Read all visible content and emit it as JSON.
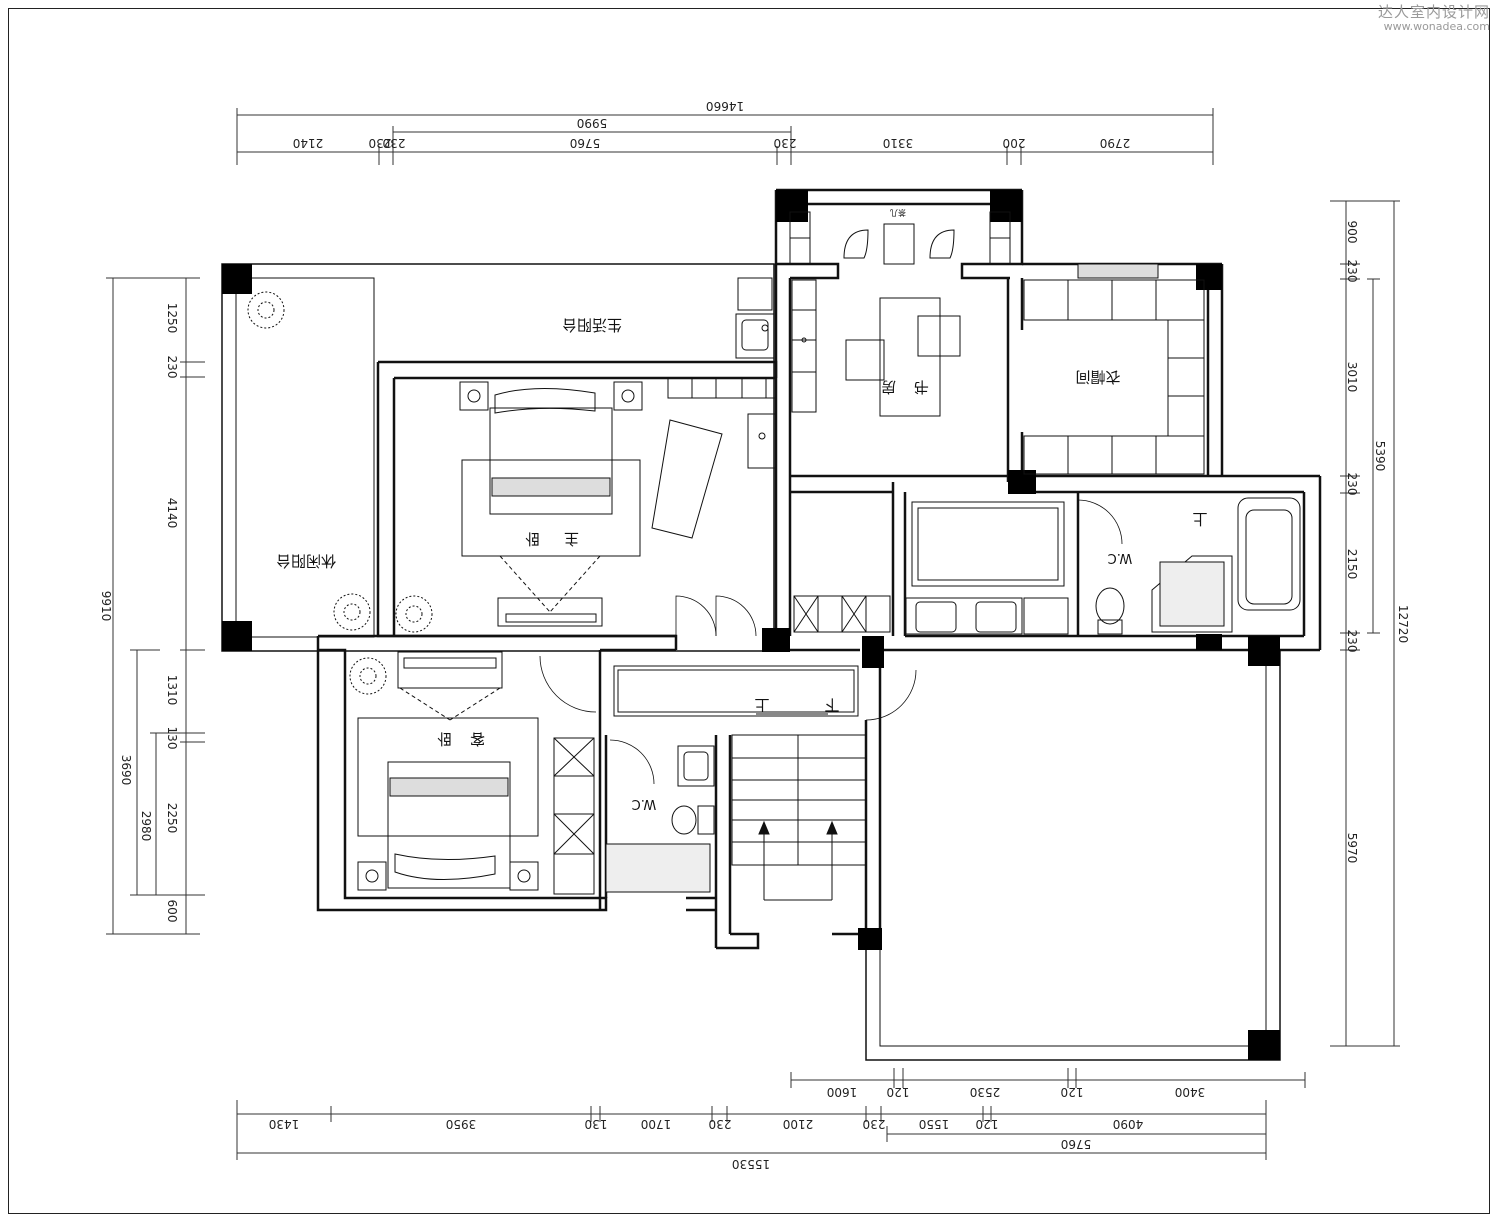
{
  "watermark": {
    "cn": "达人室内设计网",
    "url": "www.wonadea.com"
  },
  "rooms": {
    "living_balcony": "生活阳台",
    "leisure_balcony": "休闲阳台",
    "master_bedroom": "主卧",
    "second_bedroom": "客卧",
    "study": "书房",
    "cloakroom": "衣帽间",
    "wc_master": "W.C",
    "wc_second": "W.C",
    "stair_up": "上",
    "stair_down": "下",
    "stair_up2": "上",
    "tea_area": "茶几"
  },
  "dimensions": {
    "top_total": "14660",
    "top_mid": "5990",
    "top": [
      "2140",
      "230",
      "230",
      "5760",
      "230",
      "3310",
      "200",
      "2790"
    ],
    "left_total": "9910",
    "left": [
      "1250",
      "230",
      "4140"
    ],
    "left_lower_total": "3690",
    "left_lower_sub": "2980",
    "left_lower": [
      "1310",
      "130",
      "2250",
      "600"
    ],
    "right_total": "12720",
    "right_sub": "5390",
    "right": [
      "900",
      "230",
      "3010",
      "230",
      "2150",
      "230",
      "5970"
    ],
    "bottom_row1": [
      "1600",
      "120",
      "2530",
      "120",
      "3400"
    ],
    "bottom_row2": [
      "1430",
      "3950",
      "130",
      "1700",
      "230",
      "2100",
      "230",
      "1550",
      "120",
      "4090"
    ],
    "bottom_sub": "5760",
    "bottom_total": "15530"
  },
  "colors": {
    "line": "#111111",
    "column": "#000000",
    "background": "#ffffff"
  }
}
